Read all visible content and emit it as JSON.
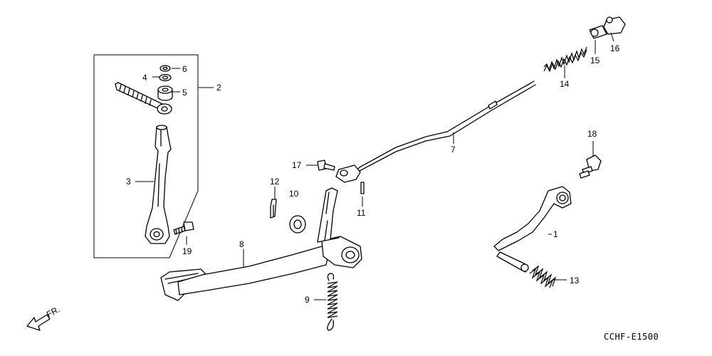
{
  "diagram": {
    "part_labels": {
      "p1": "1",
      "p2": "2",
      "p3": "3",
      "p4": "4",
      "p5": "5",
      "p6": "6",
      "p7": "7",
      "p8": "8",
      "p9": "9",
      "p10": "10",
      "p11": "11",
      "p12": "12",
      "p13": "13",
      "p14": "14",
      "p15": "15",
      "p16": "16",
      "p17": "17",
      "p18": "18",
      "p19": "19"
    },
    "front_marker": "FR.",
    "diagram_code": "CCHF-E1500"
  }
}
